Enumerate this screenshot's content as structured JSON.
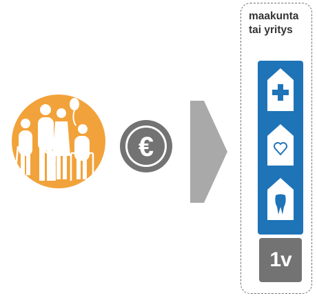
{
  "provider": {
    "label_line1": "maakunta",
    "label_line2": "tai yritys"
  },
  "currency": {
    "symbol": "€"
  },
  "services": [
    {
      "icon": "health-center-cross-icon"
    },
    {
      "icon": "social-care-heart-icon"
    },
    {
      "icon": "dental-care-tooth-icon"
    }
  ],
  "term_badge": {
    "text": "1v"
  },
  "colors": {
    "people_circle": "#f2a23a",
    "euro_circle": "#737373",
    "arrow": "#a9a9a9",
    "services_panel": "#1f73b7",
    "term_badge": "#737373"
  }
}
